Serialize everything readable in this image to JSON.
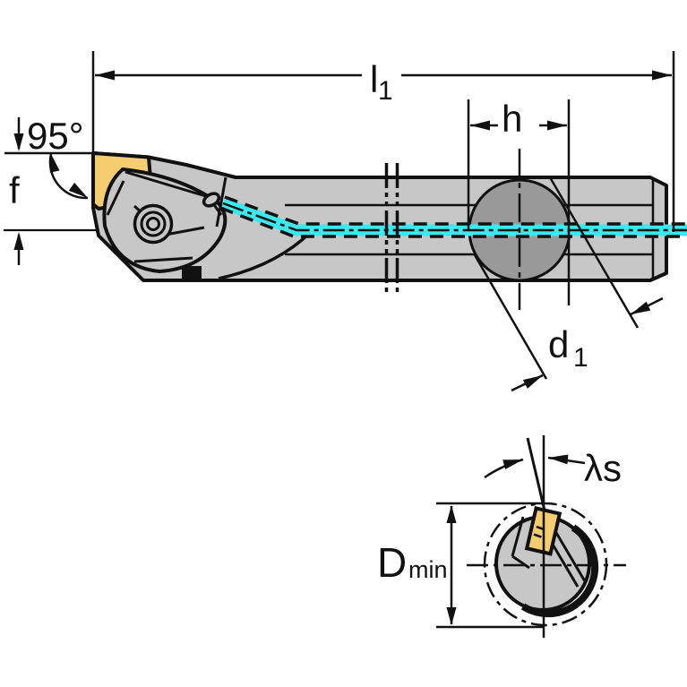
{
  "labels": {
    "angle": "95°",
    "f": "f",
    "l1_base": "l",
    "l1_sub": "1",
    "h": "h",
    "d1_base": "d",
    "d1_sub": "1",
    "dmin_base": "D",
    "dmin_sub": "min",
    "lambda_s": "λs"
  },
  "colors": {
    "body-gray": "#c7c7c7",
    "hole-gray": "#999999",
    "insert-yellow": "#f3cd6f",
    "coolant-cyan": "#3be9f0",
    "line-black": "#111111",
    "background": "#ffffff"
  }
}
